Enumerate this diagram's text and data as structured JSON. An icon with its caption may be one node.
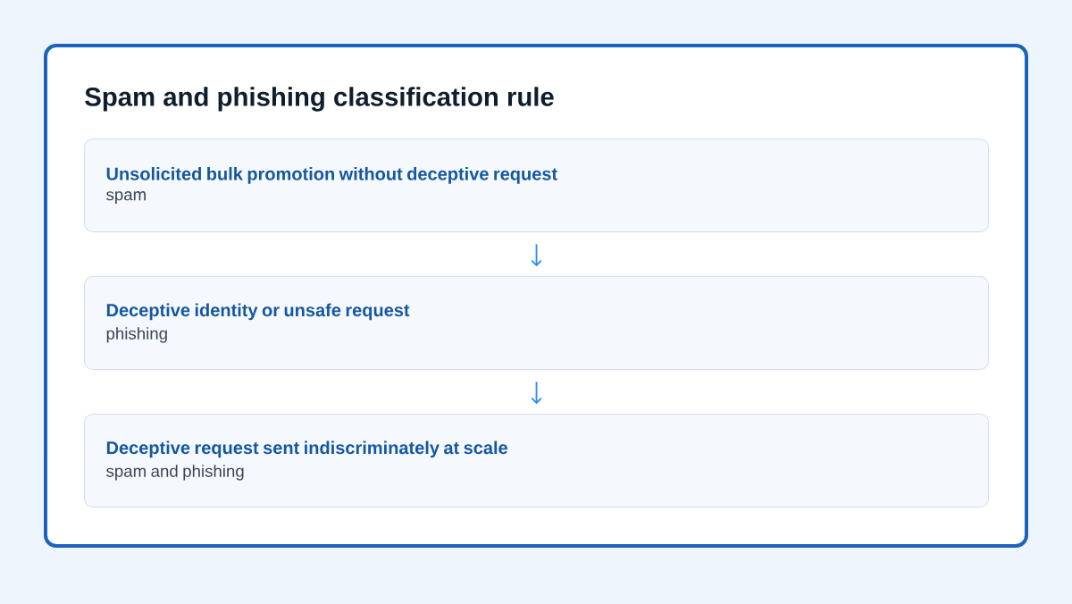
{
  "diagram": {
    "title": "Spam and phishing classification rule",
    "nodes": [
      {
        "text": [
          "Unsolicited bulk promotion without deceptive request",
          "spam"
        ]
      },
      {
        "text": [
          "Deceptive identity or unsafe request",
          "phishing"
        ]
      },
      {
        "text": [
          "Deceptive request sent indiscriminately at scale",
          "spam and phishing"
        ]
      }
    ],
    "edges": [
      {
        "from": 0,
        "to": 1,
        "arrow": "to"
      },
      {
        "from": 1,
        "to": 2,
        "arrow": "to"
      }
    ]
  }
}
